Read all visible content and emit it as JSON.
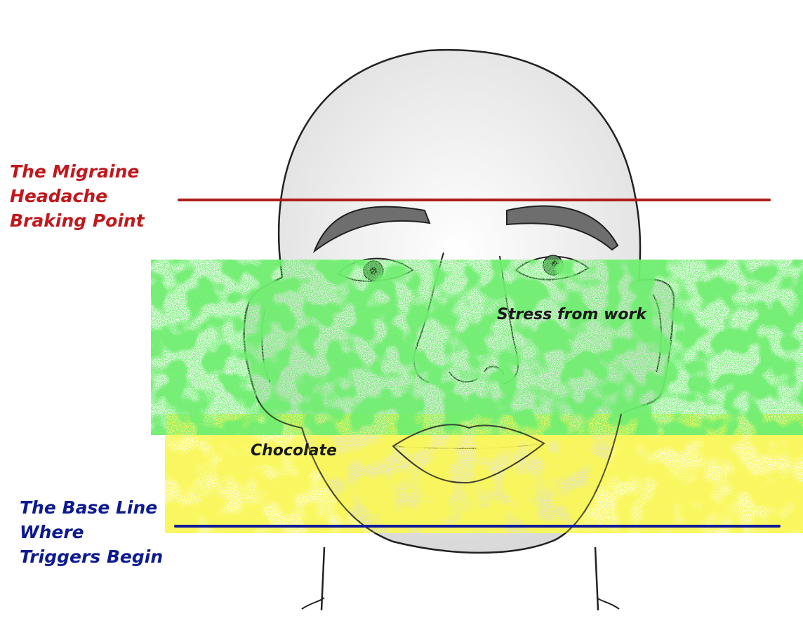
{
  "labels": {
    "breaking_point": [
      "The Migraine",
      "Headache",
      "Braking Point"
    ],
    "base_line": [
      "The Base Line",
      "Where",
      "Triggers Begin"
    ],
    "stress": "Stress from work",
    "chocolate": "Chocolate"
  },
  "colors": {
    "breaking_point_line": "#b01c1c",
    "base_line": "#101a9a",
    "stress_band": "#2ad82a",
    "chocolate_band": "#f2ee1a",
    "face_fill": "#eeeeee",
    "outline": "#222222",
    "eyebrow": "#6e6e6e",
    "iris": "#5a8a5a"
  },
  "icons": [
    "face-illustration",
    "stress-noise-band",
    "chocolate-noise-band"
  ]
}
